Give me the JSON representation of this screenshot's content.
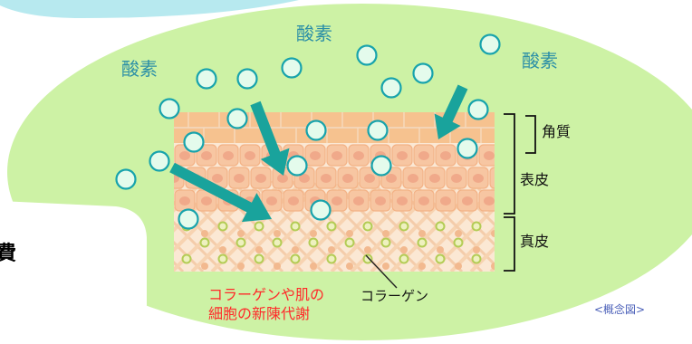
{
  "labels": {
    "oxygen": [
      "酸素",
      "酸素",
      "酸素"
    ],
    "stratum_corneum": "角質",
    "epidermis": "表皮",
    "dermis": "真皮",
    "collagen": "コラーゲン",
    "renewal_line1": "コラーゲンや肌の",
    "renewal_line2": "細胞の新陳代謝",
    "caption": "<概念図>",
    "left_edge_char": "費"
  },
  "colors": {
    "background_blob": "#cdf2a5",
    "top_band": "#b7e9ef",
    "left_panel": "#ffffff",
    "oxygen_bubble_fill": "#e4fbec",
    "oxygen_bubble_stroke": "#17a3ac",
    "arrow": "#19a39c",
    "oxygen_text": "#2b8fa6",
    "accent_text": "#ff2a2a",
    "caption_text": "#4a5fb8",
    "skin_epidermis": "#f6c9a2",
    "skin_dermis": "#fbe8d4",
    "collagen_dot": "#b3cc55"
  },
  "icons": [
    "oxygen-bubble-icon",
    "oxygen-flow-arrow-icon",
    "layer-bracket-icon"
  ]
}
